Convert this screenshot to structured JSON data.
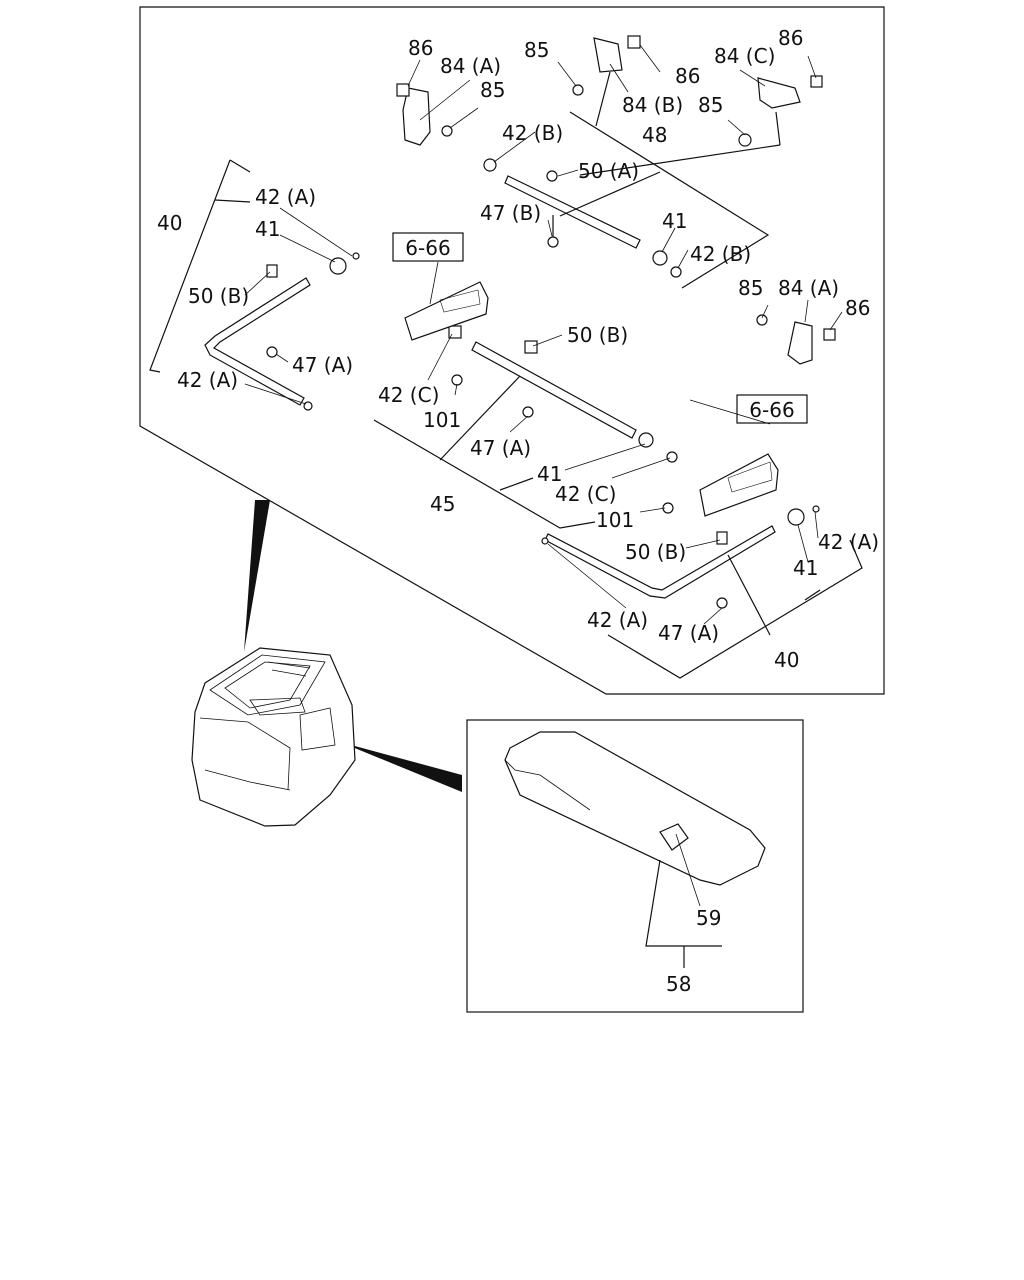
{
  "callouts": {
    "c86_a": "86",
    "c84a_a": "84 (A)",
    "c85_a": "85",
    "c85_b": "85",
    "c86_b": "86",
    "c84b": "84 (B)",
    "c84c": "84 (C)",
    "c86_c": "86",
    "c85_c": "85",
    "c42b_top": "42 (B)",
    "c48": "48",
    "c50a": "50 (A)",
    "c47b": "47 (B)",
    "c41_top": "41",
    "c42b_right": "42 (B)",
    "c42a_left_top": "42 (A)",
    "c40_left": "40",
    "c41_left": "41",
    "c50b_left": "50 (B)",
    "c47a_left": "47 (A)",
    "c42a_left_bot": "42 (A)",
    "c85_d": "85",
    "c84a_b": "84 (A)",
    "c86_d": "86",
    "c50b_mid": "50 (B)",
    "c42c_top": "42 (C)",
    "c101_top": "101",
    "c47a_mid": "47 (A)",
    "c41_mid": "41",
    "c42c_mid": "42 (C)",
    "c45": "45",
    "c101_mid": "101",
    "c50b_right": "50 (B)",
    "c42a_right": "42 (A)",
    "c41_right": "41",
    "c42a_right_bot": "42 (A)",
    "c47a_right": "47 (A)",
    "c40_right": "40",
    "c59": "59",
    "c58": "58"
  },
  "references": {
    "ref_left": "6-66",
    "ref_right": "6-66"
  }
}
